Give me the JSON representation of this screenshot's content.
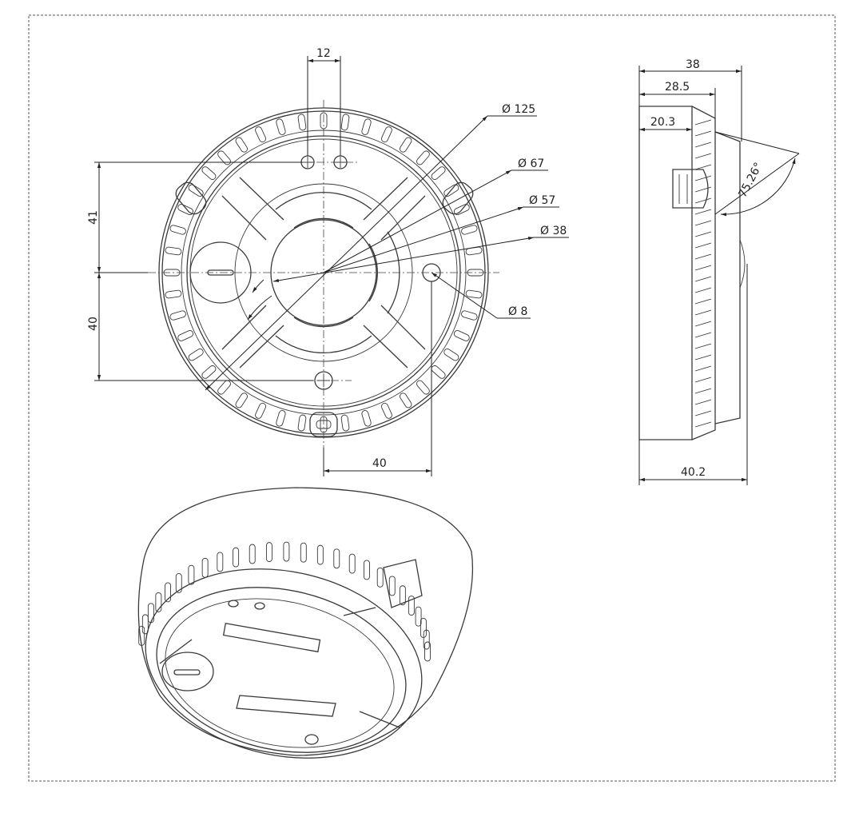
{
  "dimensions": {
    "front_view": {
      "hole_spacing": "12",
      "dia_outer": "Ø 125",
      "dia_67": "Ø 67",
      "dia_57": "Ø 57",
      "dia_38": "Ø 38",
      "dia_hole": "Ø 8",
      "vertical_upper": "41",
      "vertical_lower": "40",
      "horizontal_offset": "40"
    },
    "side_view": {
      "width_total": "38",
      "width_middle": "28.5",
      "width_inner": "20.3",
      "angle": "75.26°",
      "width_bottom": "40.2"
    }
  },
  "colors": {
    "line": "#3a3a3a",
    "frame": "#555555",
    "background": "#ffffff"
  },
  "icons": {
    "dimension_arrow": "arrowhead",
    "diameter_symbol": "Ø"
  }
}
